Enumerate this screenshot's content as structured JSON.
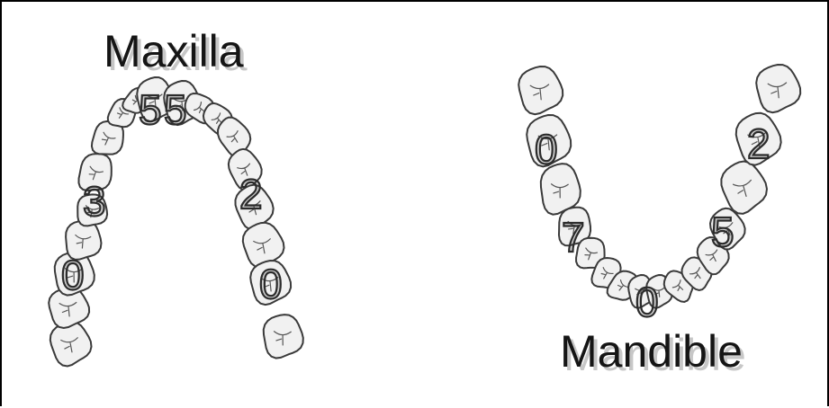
{
  "maxilla": {
    "label": "Maxilla",
    "digits": [
      "5",
      "5",
      "3",
      "0",
      "2",
      "0"
    ]
  },
  "mandible": {
    "label": "Mandible",
    "digits": [
      "0",
      "2",
      "7",
      "5",
      "0"
    ]
  },
  "colors": {
    "tooth_fill": "#f1f1f1",
    "tooth_outline": "#3a3a3a",
    "text": "#151515",
    "frame": "#000000"
  }
}
